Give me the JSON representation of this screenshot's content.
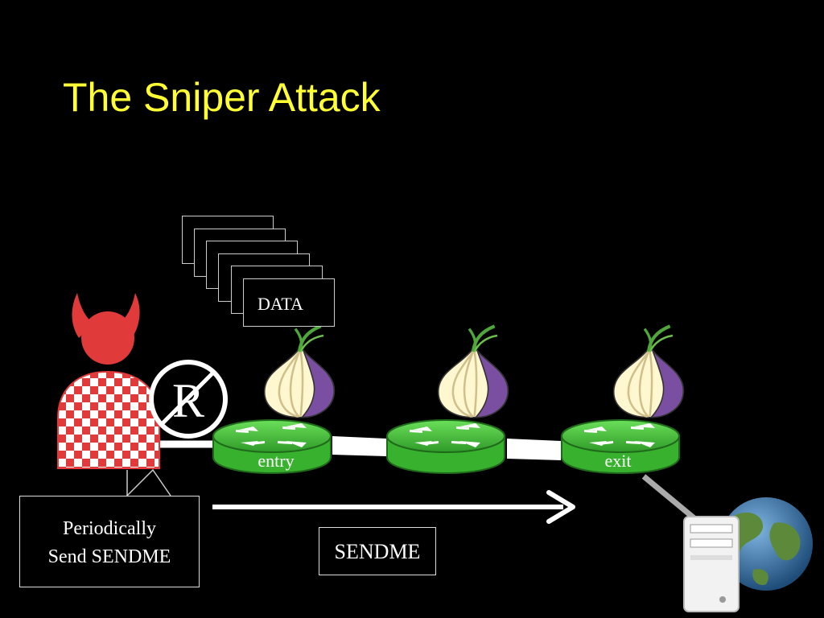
{
  "slide": {
    "title": "The Sniper Attack"
  },
  "data_stack": {
    "cells": [
      "DATA",
      "DATA",
      "DATA",
      "DATA",
      "DATA",
      "DATA"
    ]
  },
  "relays": [
    {
      "label": "entry"
    },
    {
      "label": ""
    },
    {
      "label": "exit"
    }
  ],
  "attacker": {
    "note": "Periodically\nSend SENDME",
    "symbol": "R"
  },
  "flow": {
    "label": "SENDME"
  },
  "icons": {
    "attacker": "devil-attacker-icon",
    "relay": "tor-onion-router-icon",
    "server": "server-icon",
    "globe": "globe-icon",
    "client_badge": "registered-r-icon"
  },
  "colors": {
    "title": "#ffff33",
    "router": "#44c43a",
    "devil": "#e03a3a",
    "onion": "#7a4fa1"
  }
}
